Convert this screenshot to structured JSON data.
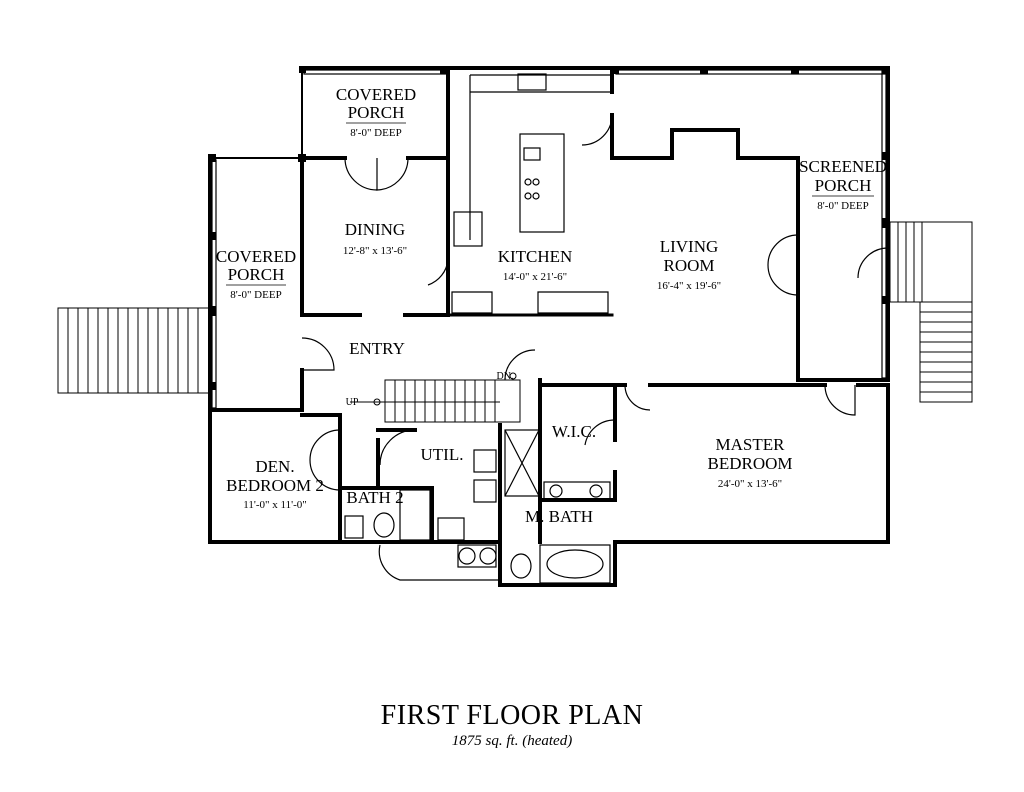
{
  "plan": {
    "title": "FIRST FLOOR PLAN",
    "subtitle": "1875 sq. ft. (heated)"
  },
  "rooms": {
    "covered_porch_top": {
      "line1": "COVERED",
      "line2": "PORCH",
      "dim": "8'-0\" DEEP"
    },
    "covered_porch_left": {
      "line1": "COVERED",
      "line2": "PORCH",
      "dim": "8'-0\" DEEP"
    },
    "dining": {
      "name": "DINING",
      "dim": "12'-8\" x 13'-6\""
    },
    "kitchen": {
      "name": "KITCHEN",
      "dim": "14'-0\" x 21'-6\""
    },
    "living": {
      "line1": "LIVING",
      "line2": "ROOM",
      "dim": "16'-4\" x 19'-6\""
    },
    "screened_porch": {
      "line1": "SCREENED",
      "line2": "PORCH",
      "dim": "8'-0\" DEEP"
    },
    "entry": {
      "name": "ENTRY"
    },
    "den": {
      "line1": "DEN.",
      "line2": "BEDROOM 2",
      "dim": "11'-0\" x 11'-0\""
    },
    "bath2": {
      "name": "BATH 2"
    },
    "util": {
      "name": "UTIL."
    },
    "wic": {
      "name": "W.I.C."
    },
    "mbath": {
      "name": "M. BATH"
    },
    "master": {
      "line1": "MASTER",
      "line2": "BEDROOM",
      "dim": "24'-0\" x 13'-6\""
    }
  },
  "stairs": {
    "up": "UP",
    "down": "DN."
  }
}
